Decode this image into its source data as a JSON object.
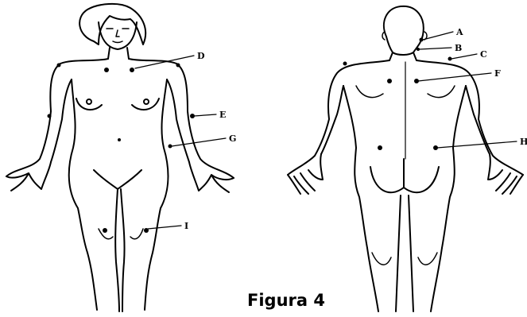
{
  "caption": "Figura 4",
  "labels": {
    "A": "A",
    "B": "B",
    "C": "C",
    "D": "D",
    "E": "E",
    "F": "F",
    "G": "G",
    "H": "H",
    "I": "I"
  },
  "colors": {
    "ink": "#000000",
    "background": "#ffffff"
  }
}
